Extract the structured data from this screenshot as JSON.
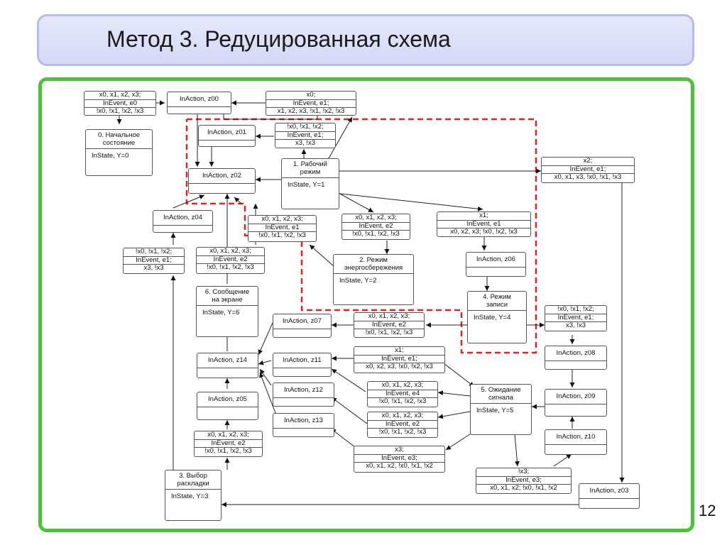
{
  "title": "Метод 3. Редуцированная схема",
  "page_number": "12",
  "colors": {
    "accent_green": "#4cc23a",
    "title_bg": "#dde1f8",
    "dashed_red": "#e52222"
  },
  "actions": {
    "z00": "InAction, z00",
    "z01": "InAction, z01",
    "z02": "InAction, z02",
    "z03": "InAction, z03",
    "z04": "InAction, z04",
    "z05": "InAction, z05",
    "z06": "InAction, z06",
    "z07": "InAction, z07",
    "z08": "InAction, z08",
    "z09": "InAction, z09",
    "z10": "InAction, z10",
    "z11": "InAction, z11",
    "z12": "InAction, z12",
    "z13": "InAction, z13",
    "z14": "InAction, z14"
  },
  "states": {
    "s0": {
      "l1": "0. Начальное",
      "l2": "состояние",
      "prop": "InState, Y=0"
    },
    "s1": {
      "l1": "1. Рабочий",
      "l2": "режим",
      "prop": "InState, Y=1"
    },
    "s2": {
      "l1": "2. Режим",
      "l2": "энергосбережения",
      "prop": "InState, Y=2"
    },
    "s3": {
      "l1": "3. Выбор",
      "l2": "раскладки",
      "prop": "InState, Y=3"
    },
    "s4": {
      "l1": "4. Режим",
      "l2": "записи",
      "prop": "InState, Y=4"
    },
    "s5": {
      "l1": "5. Ожидание",
      "l2": "сигнала",
      "prop": "InState, Y=5"
    },
    "s6": {
      "l1": "6. Сообщение",
      "l2": "на экране",
      "prop": "InState, Y=6"
    }
  },
  "conditions": {
    "c_e0": [
      "x0, x1, x2, x3;",
      "InEvent, e0",
      "!x0, !x1, !x2, !x3"
    ],
    "c_x0e1": [
      "x0;",
      "InEvent, e1;",
      "x1, x2, x3, !x1, !x2, !x3"
    ],
    "c_z01": [
      "!x0, !x1, !x2;",
      "InEvent, e1;",
      "x3, !x3"
    ],
    "c_x2e1": [
      "x2;",
      "InEvent, e1;",
      "x0, x1, x3, !x0, !x1, !x3"
    ],
    "c_e1a": [
      "x0, x1, x2, x3;",
      "InEvent, e1",
      "!x0, !x1, !x2, !x3"
    ],
    "c_e2a": [
      "x0, x1, x2, x3;",
      "InEvent, e2",
      "!x0, !x1, !x2, !x3"
    ],
    "c_x1e1": [
      "x1;",
      "InEvent, e1",
      "x0, x2, x3; !x0, !x2, !x3"
    ],
    "c_left1": [
      "!x0, !x1, !x2;",
      "InEvent, e1;",
      "x3, !x3"
    ],
    "c_e2b": [
      "x0, x1, x2, x3;",
      "InEvent, e2",
      "!x0, !x1, !x2, !x3"
    ],
    "c_e2c": [
      "x0, x1, x2, x3;",
      "InEvent, e2",
      "!x0, !x1, !x2, !x3"
    ],
    "c_right1": [
      "!x0, !x1, !x2;",
      "InEvent, e1;",
      "x3, !x3"
    ],
    "c_x1e1b": [
      "x1;",
      "InEvent, e1;",
      "x0, x2, x3, !x0, !x2, !x3"
    ],
    "c_e4": [
      "x0, x1, x2, x3;",
      "InEvent, e4",
      "!x0, !x1, !x2, !x3"
    ],
    "c_e2d": [
      "x0, x1, x2, x3;",
      "InEvent, e2",
      "!x0, !x1, !x2, !x3"
    ],
    "c_x3e3": [
      "x3;",
      "InEvent, e3;",
      "x0, x1, x2, !x0, !x1, !x2"
    ],
    "c_nx3e3": [
      "!x3;",
      "InEvent, e3;",
      "x0, x1, x2; !x0, !x1, !x2"
    ],
    "c_e2e": [
      "x0, x1, x2, x3;",
      "InEvent, e2",
      "!x0, !x1, !x2, !x3"
    ]
  }
}
